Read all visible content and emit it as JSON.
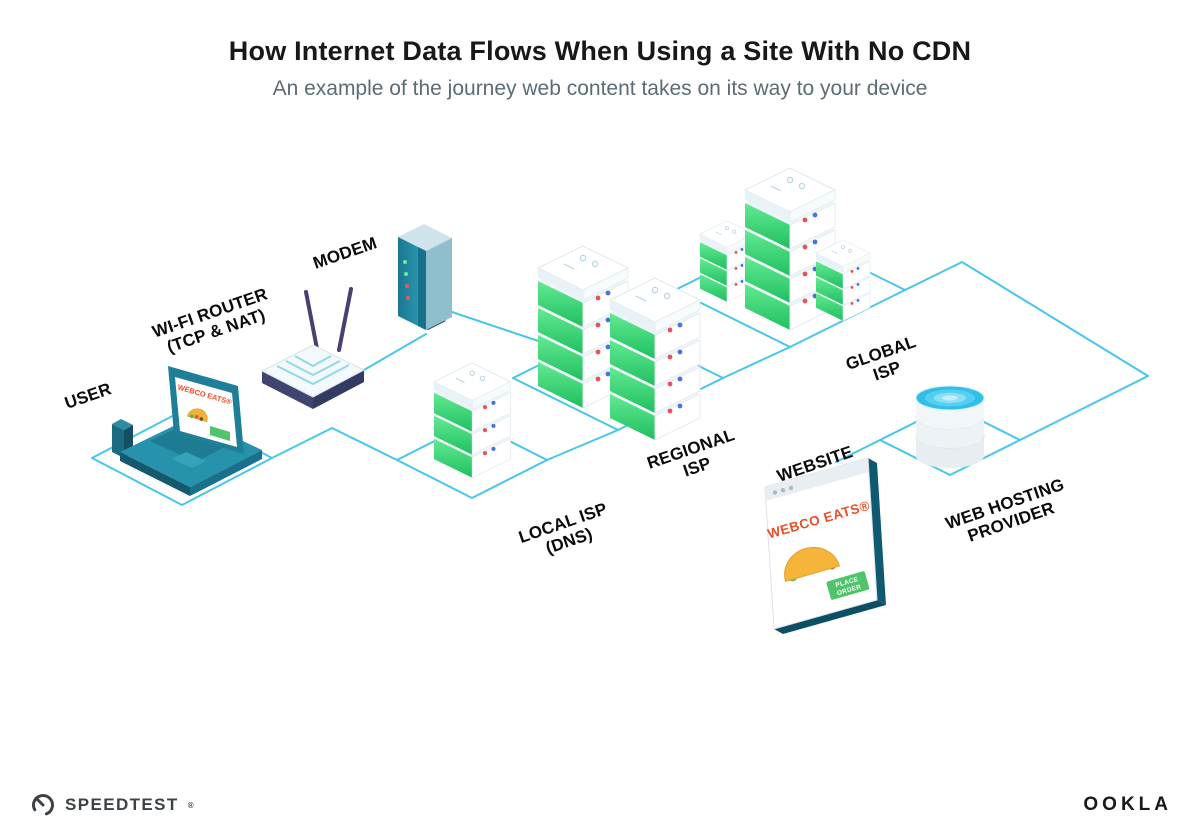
{
  "page": {
    "title": "How Internet Data Flows When Using a Site With No CDN",
    "subtitle": "An example of the journey web content takes on its way to your device"
  },
  "diagram": {
    "labels": {
      "user": "USER",
      "wifi_router_line1": "WI-FI ROUTER",
      "wifi_router_line2": "(TCP & NAT)",
      "modem": "MODEM",
      "local_isp_line1": "LOCAL ISP",
      "local_isp_line2": "(DNS)",
      "regional_isp_line1": "REGIONAL",
      "regional_isp_line2": "ISP",
      "global_isp_line1": "GLOBAL",
      "global_isp_line2": "ISP",
      "website": "WEBSITE",
      "web_hosting_line1": "WEB HOSTING",
      "web_hosting_line2": "PROVIDER"
    },
    "laptop_screen": {
      "brand": "WEBCO EATS®"
    },
    "website_screen": {
      "brand": "WEBCO EATS®",
      "order_line1": "PLACE",
      "order_line2": "ORDER"
    },
    "colors": {
      "connection_line": "#47C6EA",
      "server_green": "#2FCE6F",
      "device_teal": "#1E7F96",
      "brand_orange": "#E8502A"
    }
  },
  "footer": {
    "speedtest_wordmark": "SPEEDTEST",
    "speedtest_trademark": "®",
    "ookla_wordmark": "OOKLA"
  }
}
